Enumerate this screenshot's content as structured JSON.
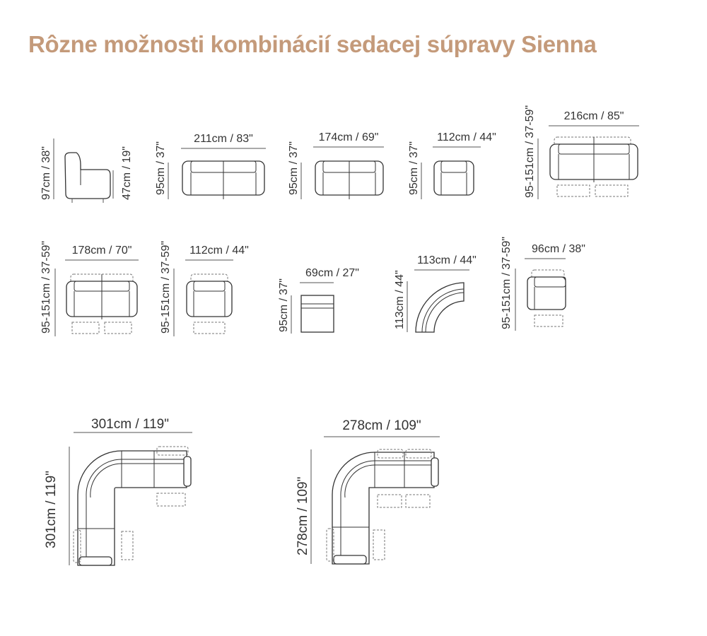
{
  "title": "Rôzne možnosti kombinácií sedacej súpravy Sienna",
  "colors": {
    "title": "#c49a7a",
    "lines": "#333333"
  },
  "modules": {
    "armchair_side": {
      "height": "97cm / 38\"",
      "seat_height": "47cm / 19\""
    },
    "sofa3": {
      "width": "211cm / 83\"",
      "height": "95cm / 37\""
    },
    "sofa2": {
      "width": "174cm / 69\"",
      "height": "95cm / 37\""
    },
    "armchair": {
      "width": "112cm / 44\"",
      "height": "95cm / 37\""
    },
    "sofa3_recliner": {
      "width": "216cm / 85\"",
      "height": "95-151cm / 37-59\""
    },
    "sofa2_recliner": {
      "width": "178cm / 70\"",
      "height": "95-151cm / 37-59\""
    },
    "armchair_recliner": {
      "width": "112cm / 44\"",
      "height": "95-151cm / 37-59\""
    },
    "middle_seat": {
      "width": "69cm / 27\"",
      "height": "95cm / 37\""
    },
    "corner_curve": {
      "width": "113cm / 44\"",
      "height": "113cm / 44\""
    },
    "end_recliner": {
      "width": "96cm / 38\"",
      "height": "95-151cm / 37-59\""
    }
  },
  "combinations": {
    "large": {
      "width": "301cm / 119\"",
      "depth": "301cm / 119\""
    },
    "small": {
      "width": "278cm / 109\"",
      "depth": "278cm / 109\""
    }
  }
}
